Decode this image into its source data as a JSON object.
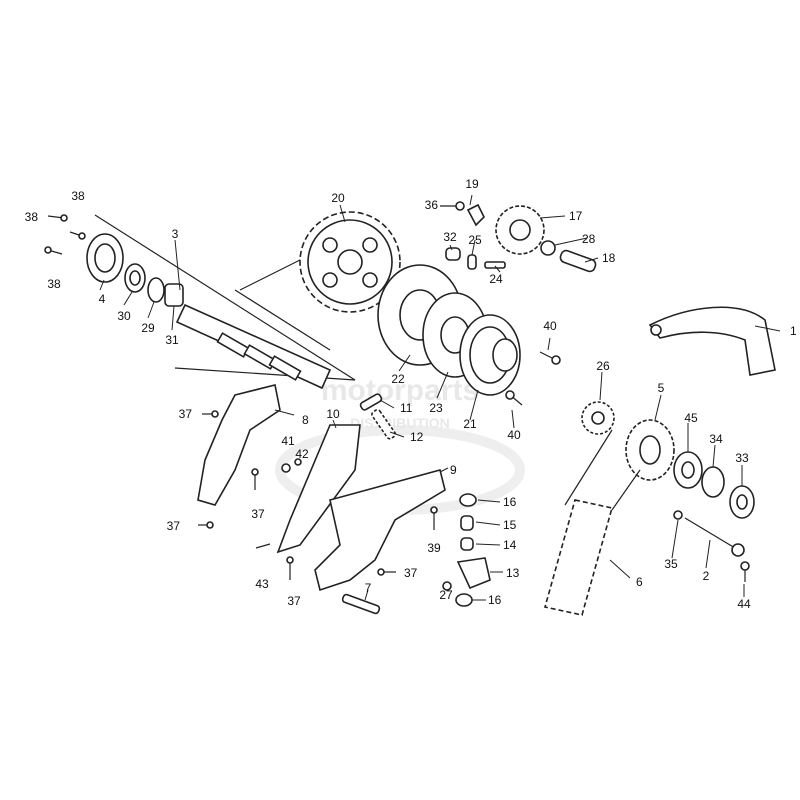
{
  "watermark": {
    "line1": "motorparts",
    "line2": "DISTRIBUTION"
  },
  "callouts": [
    {
      "num": "1"
    },
    {
      "num": "2"
    },
    {
      "num": "3"
    },
    {
      "num": "4"
    },
    {
      "num": "5"
    },
    {
      "num": "6"
    },
    {
      "num": "7"
    },
    {
      "num": "8"
    },
    {
      "num": "9"
    },
    {
      "num": "10"
    },
    {
      "num": "11"
    },
    {
      "num": "12"
    },
    {
      "num": "13"
    },
    {
      "num": "14"
    },
    {
      "num": "15"
    },
    {
      "num": "16"
    },
    {
      "num": "16"
    },
    {
      "num": "17"
    },
    {
      "num": "18"
    },
    {
      "num": "19"
    },
    {
      "num": "20"
    },
    {
      "num": "21"
    },
    {
      "num": "22"
    },
    {
      "num": "23"
    },
    {
      "num": "24"
    },
    {
      "num": "25"
    },
    {
      "num": "26"
    },
    {
      "num": "27"
    },
    {
      "num": "28"
    },
    {
      "num": "29"
    },
    {
      "num": "30"
    },
    {
      "num": "31"
    },
    {
      "num": "32"
    },
    {
      "num": "33"
    },
    {
      "num": "34"
    },
    {
      "num": "35"
    },
    {
      "num": "36"
    },
    {
      "num": "37"
    },
    {
      "num": "37"
    },
    {
      "num": "37"
    },
    {
      "num": "37"
    },
    {
      "num": "37"
    },
    {
      "num": "38"
    },
    {
      "num": "38"
    },
    {
      "num": "38"
    },
    {
      "num": "39"
    },
    {
      "num": "40"
    },
    {
      "num": "40"
    },
    {
      "num": "41"
    },
    {
      "num": "42"
    },
    {
      "num": "43"
    },
    {
      "num": "44"
    },
    {
      "num": "45"
    }
  ]
}
